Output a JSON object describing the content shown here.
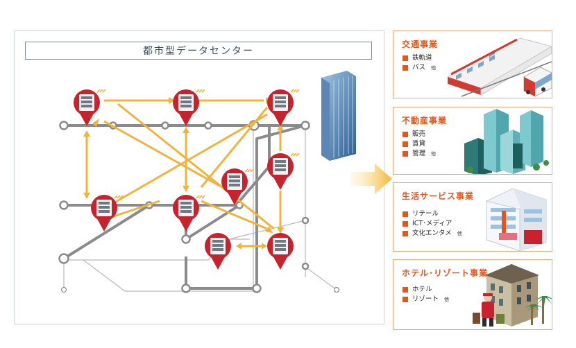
{
  "title": "都市型データセンター",
  "cards": [
    {
      "title": "交通事業",
      "items": [
        "鉄軌道",
        "バス"
      ],
      "other": "他"
    },
    {
      "title": "不動産事業",
      "items": [
        "販売",
        "賃貸",
        "管理"
      ],
      "other": "他"
    },
    {
      "title": "生活サービス事業",
      "items": [
        "リテール",
        "ICT･メディア",
        "文化エンタメ"
      ],
      "other": "他"
    },
    {
      "title": "ホテル･リゾート事業",
      "items": [
        "ホテル",
        "リゾート"
      ],
      "other": "他"
    }
  ],
  "colors": {
    "accent": "#e3571f",
    "pin": "#c8222c",
    "arrow": "#f2b33d",
    "rail": "#8b8b8b"
  }
}
